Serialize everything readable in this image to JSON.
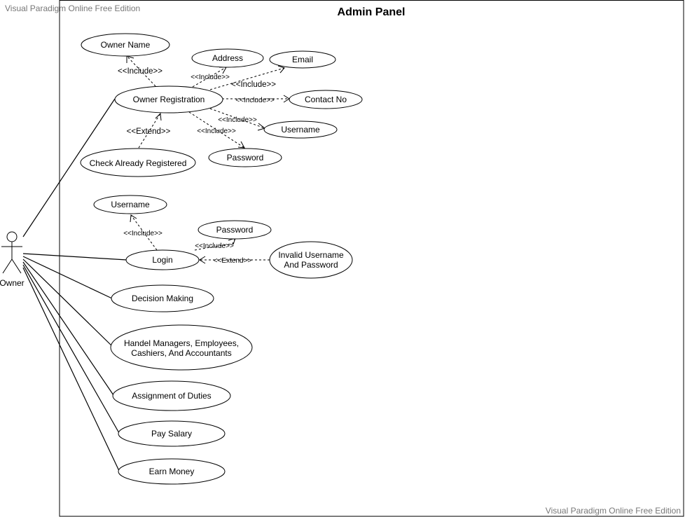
{
  "watermark_top": "Visual Paradigm Online Free Edition",
  "watermark_bottom": "Visual Paradigm Online Free Edition",
  "system": {
    "title": "Admin Panel"
  },
  "actor": {
    "label": "Owner"
  },
  "use_cases": {
    "owner_name": "Owner Name",
    "address": "Address",
    "email": "Email",
    "owner_registration": "Owner Registration",
    "contact_no": "Contact No",
    "username_reg": "Username",
    "password_reg": "Password",
    "check_registered": "Check Already Registered",
    "username_login": "Username",
    "password_login": "Password",
    "login": "Login",
    "invalid_line1": "Invalid Username",
    "invalid_line2": "And Password",
    "decision_making": "Decision Making",
    "handel_line1": "Handel Managers, Employees,",
    "handel_line2": "Cashiers, And Accountants",
    "assignment_duties": "Assignment of Duties",
    "pay_salary": "Pay Salary",
    "earn_money": "Earn Money"
  },
  "relations": {
    "include_owner_name": "<<Include>>",
    "include_address": "<<Include>>",
    "include_email": "<<Include>>",
    "include_contact": "<<Include>>",
    "include_username": "<<Include>>",
    "include_password": "<<Include>>",
    "extend_check": "<<Extend>>",
    "include_login_username": "<<Include>>",
    "include_login_password": "<<Include>>",
    "extend_invalid": "<<Extend>>"
  }
}
